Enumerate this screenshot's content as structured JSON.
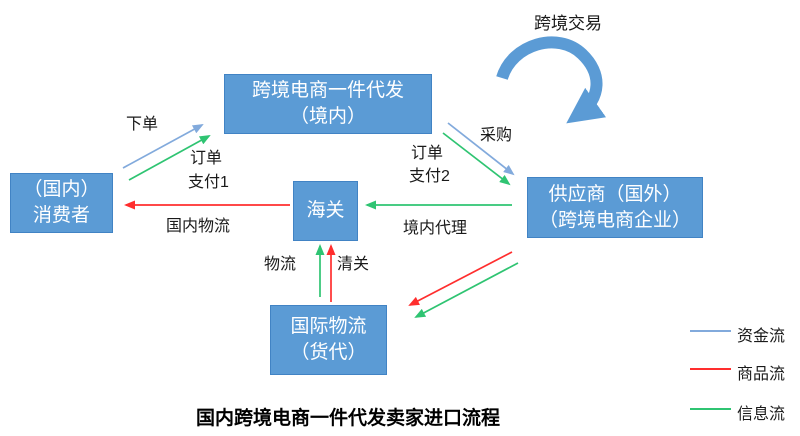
{
  "title": "国内跨境电商一件代发卖家进口流程",
  "boxes": {
    "top": {
      "line1": "跨境电商一件代发",
      "line2": "（境内）"
    },
    "consumer": {
      "line1": "（国内）",
      "line2": "消费者"
    },
    "customs": {
      "line1": "海关"
    },
    "supplier": {
      "line1": "供应商（国外）",
      "line2": "（跨境电商企业）"
    },
    "logistics": {
      "line1": "国际物流",
      "line2": "（货代）"
    }
  },
  "labels": {
    "place_order": "下单",
    "order_left": "订单",
    "payment1": "支付1",
    "cross_border_trade": "跨境交易",
    "purchase": "采购",
    "order_right": "订单",
    "payment2": "支付2",
    "domestic_logistics": "国内物流",
    "domestic_agent": "境内代理",
    "logistics": "物流",
    "customs_clearance": "清关"
  },
  "legend": {
    "items": [
      {
        "label": "资金流",
        "color": "#82AADC"
      },
      {
        "label": "商品流",
        "color": "#FF2E2E"
      },
      {
        "label": "信息流",
        "color": "#2FC472"
      }
    ]
  },
  "colors": {
    "box_fill": "#5B9BD5",
    "box_border": "#4183C4",
    "funds_flow": "#82AADC",
    "goods_flow": "#FF2E2E",
    "info_flow": "#2FC472",
    "curved_arrow": "#5B9BD5"
  }
}
